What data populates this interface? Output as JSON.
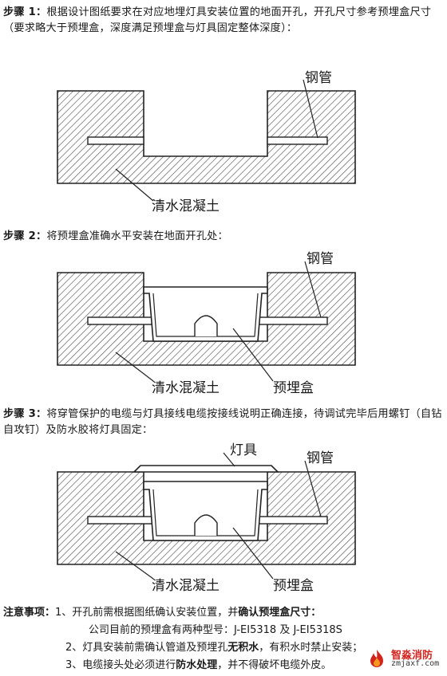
{
  "step1": {
    "label": "步骤 1：",
    "text": "根据设计图纸要求在对应地埋灯具安装位置的地面开孔，开孔尺寸参考预埋盒尺寸（要求略大于预埋盒，深度满足预埋盒与灯具固定整体深度）：",
    "diagram": {
      "pipe_label": "钢管",
      "concrete_label": "清水混凝土"
    }
  },
  "step2": {
    "label": "步骤 2：",
    "text": "将预埋盒准确水平安装在地面开孔处：",
    "diagram": {
      "pipe_label": "钢管",
      "concrete_label": "清水混凝土",
      "box_label": "预埋盒"
    }
  },
  "step3": {
    "label": "步骤 3：",
    "text": "将穿管保护的电缆与灯具接线电缆按接线说明正确连接，待调试完毕后用螺钉（自钻自攻钉）及防水胶将灯具固定：",
    "diagram": {
      "fixture_label": "灯具",
      "pipe_label": "钢管",
      "concrete_label": "清水混凝土",
      "box_label": "预埋盒"
    }
  },
  "notes": {
    "title": "注意事项：",
    "n1_prefix": "1、开孔前需根据图纸确认安装位置，并",
    "n1_bold": "确认预埋盒尺寸：",
    "n1_line2": "公司目前的预埋盒有两种型号：J-EI5318 及 J-EI5318S",
    "n2_prefix": "2、灯具安装前需确认管道及预埋孔",
    "n2_bold": "无积水",
    "n2_suffix": "，有积水时禁止安装；",
    "n3_prefix": "3、电缆接头处必须进行",
    "n3_bold": "防水处理",
    "n3_suffix": "，并不得破坏电缆外皮。"
  },
  "watermark": {
    "name": "智淼消防",
    "url": "zmjaxf.com",
    "accent": "#d2231f"
  }
}
